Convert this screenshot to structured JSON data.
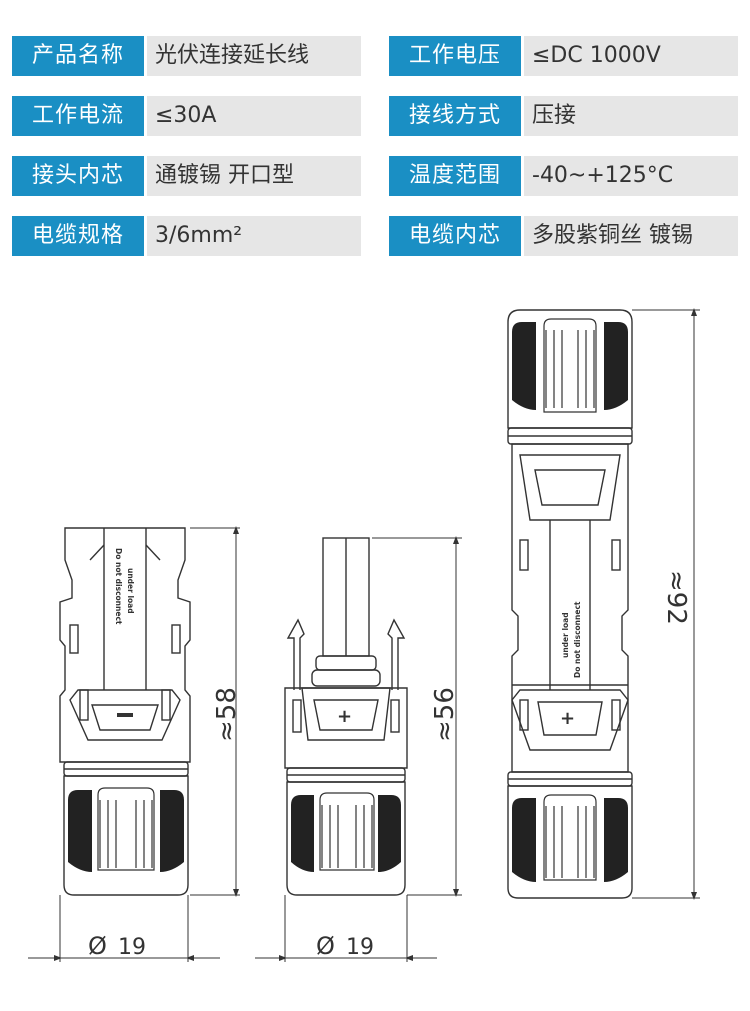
{
  "specs": [
    {
      "l1": "产品名称",
      "v1": "光伏连接延长线",
      "l2": "工作电压",
      "v2": "≤DC 1000V"
    },
    {
      "l1": "工作电流",
      "v1": "≤30A",
      "l2": "接线方式",
      "v2": "压接"
    },
    {
      "l1": "接头内芯",
      "v1": "通镀锡 开口型",
      "l2": "温度范围",
      "v2": "-40~+125°C"
    },
    {
      "l1": "电缆规格",
      "v1": "3/6mm²",
      "l2": "电缆内芯",
      "v2": "多股紫铜丝 镀锡"
    }
  ],
  "diagram": {
    "female": {
      "height_label": "≈58",
      "diameter_label": "19",
      "warning_line1": "Do not disconnect",
      "warning_line2": "under load",
      "polarity": "−"
    },
    "male": {
      "height_label": "≈56",
      "diameter_label": "19",
      "polarity": "+"
    },
    "assembled": {
      "height_label": "≈92",
      "warning_line1": "Do not disconnect",
      "warning_line2": "under load",
      "polarity": "+"
    },
    "diameter_symbol": "Ø",
    "colors": {
      "header_bg": "#1a8fc4",
      "value_bg": "#e6e6e6",
      "line": "#333333"
    }
  }
}
